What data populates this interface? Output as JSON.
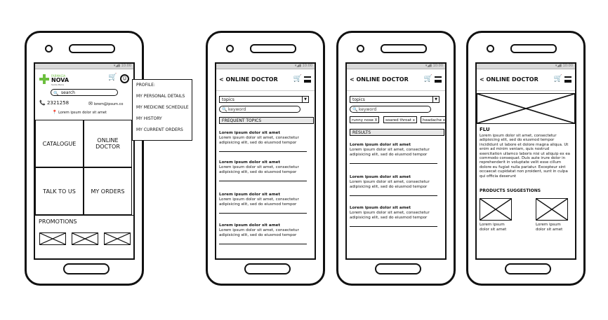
{
  "phone1": {
    "status": "▾◢▮ 10:00",
    "logo_name": "NOVA",
    "logo_super": "FARMACIA",
    "logo_sub": "Santa Maria",
    "search_placeholder": "search",
    "phone_number": "2321258",
    "email": "lorem@ipsum.co",
    "address": "Lorem ipsum dolor sit amet",
    "tiles": [
      "CATALOGUE",
      "ONLINE DOCTOR",
      "TALK TO US",
      "MY ORDERS"
    ],
    "promotions_label": "PROMOTIONS"
  },
  "profile_menu": {
    "items": [
      "PROFILE:",
      "MY PERSONAL DETAILS",
      "MY MEDICINE SCHEDULE",
      "MY HISTORY",
      "MY CURRENT ORDERS"
    ]
  },
  "doctor": {
    "title": "ONLINE DOCTOR",
    "back": "<",
    "topics_label": "topics",
    "keyword_placeholder": "keyword",
    "frequent_topics": "FREQUENT TOPICS",
    "results": "RESULTS",
    "chips": [
      "runny nose X",
      "soared throat x",
      "headache x"
    ],
    "article_title": "Lorem ipsum dolor sit amet",
    "article_body": "Lorem ipsum dolor sit amet, consectetur adipisicing elit, sed do eiusmod tempor"
  },
  "detail": {
    "heading": "FLU",
    "body": "Lorem ipsum dolor sit amet, consectetur adipisicing elit, sed do eiusmod tempor incididunt ut labore et dolore magna aliqua. Ut enim ad minim veniam, quis nostrud exercitation ullamco laboris nisi ut aliquip ex ea commodo consequat. Duis aute irure dolor in reprehenderit in voluptate velit esse cillum dolore eu fugiat nulla pariatur. Excepteur sint occaecat cupidatat non proident, sunt in culpa qui officia deserunt",
    "suggestions_label": "PRODUCTS SUGGESTIONS",
    "product_caption": "Lorem ipsum dolor sit amet"
  },
  "icons": {
    "cart": "🛒",
    "search": "🔍",
    "phone": "📞",
    "mail": "✉",
    "pin": "📍",
    "profile": "☺"
  }
}
